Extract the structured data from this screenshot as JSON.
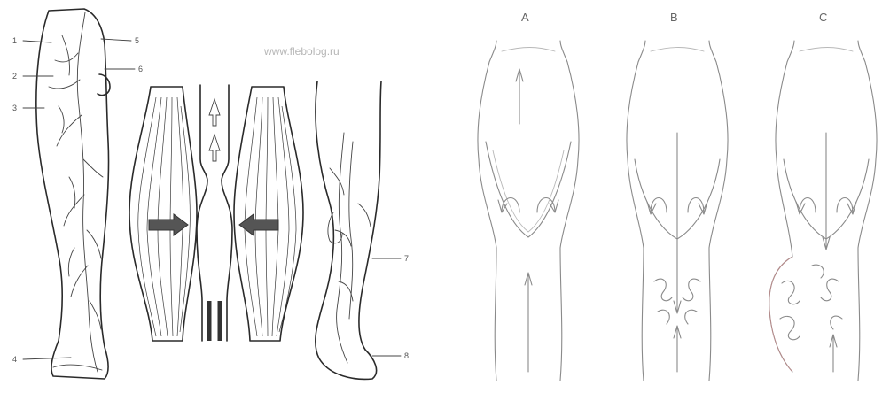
{
  "watermark": "www.flebolog.ru",
  "leg_labels": {
    "l1": "1",
    "l2": "2",
    "l3": "3",
    "l4": "4",
    "l5": "5",
    "l6": "6",
    "l7": "7",
    "l8": "8"
  },
  "panel_labels": {
    "a": "A",
    "b": "B",
    "c": "C"
  },
  "colors": {
    "ink": "#2a2a2a",
    "faint_ink": "#8a8a8a",
    "background": "#ffffff",
    "varicose_tint": "#c98a8a"
  }
}
